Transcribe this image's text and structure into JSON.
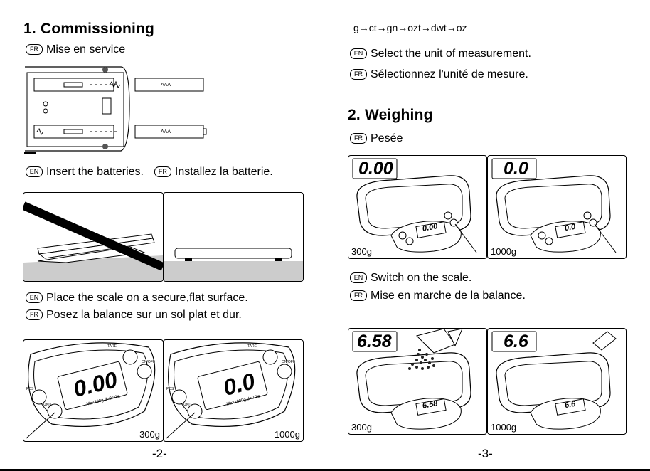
{
  "left": {
    "section1_title": "1. Commissioning",
    "section1_fr_label": "FR",
    "section1_fr_text": "Mise en service",
    "battery_label": "AAA",
    "insert_en_label": "EN",
    "insert_en_text": "Insert the batteries.",
    "insert_fr_label": "FR",
    "insert_fr_text": "Installez la batterie.",
    "place_en_label": "EN",
    "place_en_text": "Place the scale on a secure,flat surface.",
    "place_fr_label": "FR",
    "place_fr_text": "Posez la balance sur un sol plat et dur.",
    "unit_panels": [
      {
        "display": "0.00",
        "max": "Max300g  d=0.01g",
        "tare": "TARE",
        "onoff": "ON/OFF",
        "pcs": "PCS",
        "unit": "UNIT",
        "capacity": "300g"
      },
      {
        "display": "0.0",
        "max": "Max1000g  d=0.1g",
        "tare": "TARE",
        "onoff": "ON/OFF",
        "pcs": "PCS",
        "unit": "UNIT",
        "capacity": "1000g"
      }
    ],
    "page_number": "-2-"
  },
  "right": {
    "units_sequence": "g→ct→gn→ozt→dwt→oz",
    "select_en_label": "EN",
    "select_en_text": "Select the unit of measurement.",
    "select_fr_label": "FR",
    "select_fr_text": "Sélectionnez l'unité de mesure.",
    "section2_title": "2. Weighing",
    "section2_fr_label": "FR",
    "section2_fr_text": "Pesée",
    "switch_panels": [
      {
        "display": "0.00",
        "capacity": "300g"
      },
      {
        "display": "0.0",
        "capacity": "1000g"
      }
    ],
    "switch_en_label": "EN",
    "switch_en_text": "Switch on the scale.",
    "switch_fr_label": "FR",
    "switch_fr_text": "Mise en marche de la balance.",
    "weigh_panels": [
      {
        "display": "6.58",
        "capacity": "300g"
      },
      {
        "display": "6.6",
        "capacity": "1000g"
      }
    ],
    "page_number": "-3-"
  }
}
